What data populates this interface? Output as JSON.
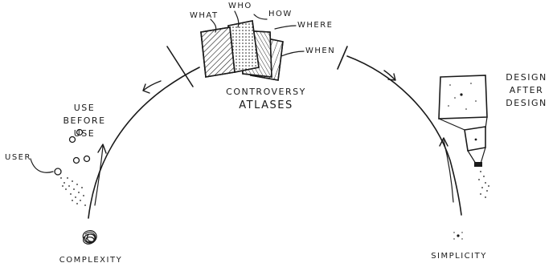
{
  "labels": {
    "what": "WHAT",
    "who": "WHO",
    "how": "HOW",
    "where": "WHERE",
    "when": "WHEN",
    "controversy_atlases_line1": "CONTROVERSY",
    "controversy_atlases_line2": "ATLASES",
    "use_before_use_line1": "USE",
    "use_before_use_line2": "BEFORE",
    "use_before_use_line3": "USE",
    "user": "USER",
    "complexity": "COMPLEXITY",
    "simplicity": "SIMPLICITY",
    "design_after_design_line1": "DESIGN",
    "design_after_design_line2": "AFTER",
    "design_after_design_line3": "DESIGN"
  },
  "colors": {
    "ink": "#1a1a1a",
    "background": "#ffffff"
  },
  "icons": [
    "scribble-ball-icon",
    "small-dot-icon",
    "stacked-pages-icon",
    "projector-icon",
    "sphere-icon"
  ]
}
